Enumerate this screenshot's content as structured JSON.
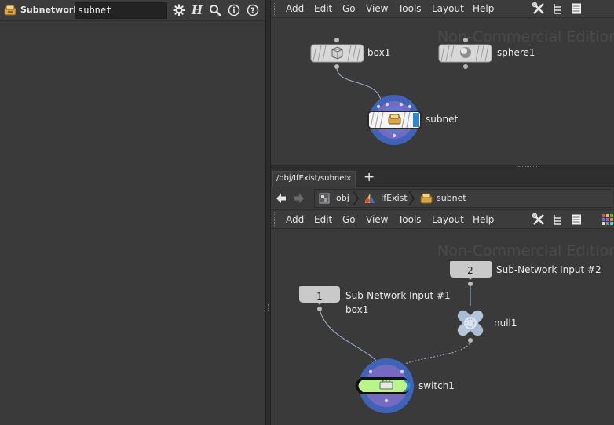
{
  "param_pane": {
    "node_type": "Subnetwork",
    "node_name": "subnet",
    "buttons": [
      "gear-icon",
      "help-h-icon",
      "search-icon",
      "info-icon",
      "question-icon"
    ]
  },
  "top_pane": {
    "menu": [
      "Add",
      "Edit",
      "Go",
      "View",
      "Tools",
      "Layout",
      "Help"
    ],
    "watermark": "Non-Commercial Edition",
    "nodes": [
      {
        "name": "box1",
        "type": "geometry"
      },
      {
        "name": "sphere1",
        "type": "geometry"
      },
      {
        "name": "subnet",
        "type": "subnetwork"
      }
    ]
  },
  "bottom_pane": {
    "tab": {
      "label": "/obj/IfExist/subnet",
      "close": "×"
    },
    "tab_add": "+",
    "path": [
      {
        "label": "obj"
      },
      {
        "label": "IfExist"
      },
      {
        "label": "subnet"
      }
    ],
    "menu": [
      "Add",
      "Edit",
      "Go",
      "View",
      "Tools",
      "Layout",
      "Help"
    ],
    "watermark": "Non-Commercial Edition",
    "inputs": [
      {
        "index": "1",
        "label": "Sub-Network Input #1",
        "sublabel": "box1"
      },
      {
        "index": "2",
        "label": "Sub-Network Input #2"
      }
    ],
    "nodes": [
      {
        "name": "null1",
        "type": "null"
      },
      {
        "name": "switch1",
        "type": "switch"
      }
    ]
  },
  "colors": {
    "background": "#3a3a3a",
    "menubar": "#3c3c3c",
    "node_bypass_blue": "#2b86d8",
    "node_selected_green": "#b9f58a",
    "wire": "#9fb4d9"
  }
}
